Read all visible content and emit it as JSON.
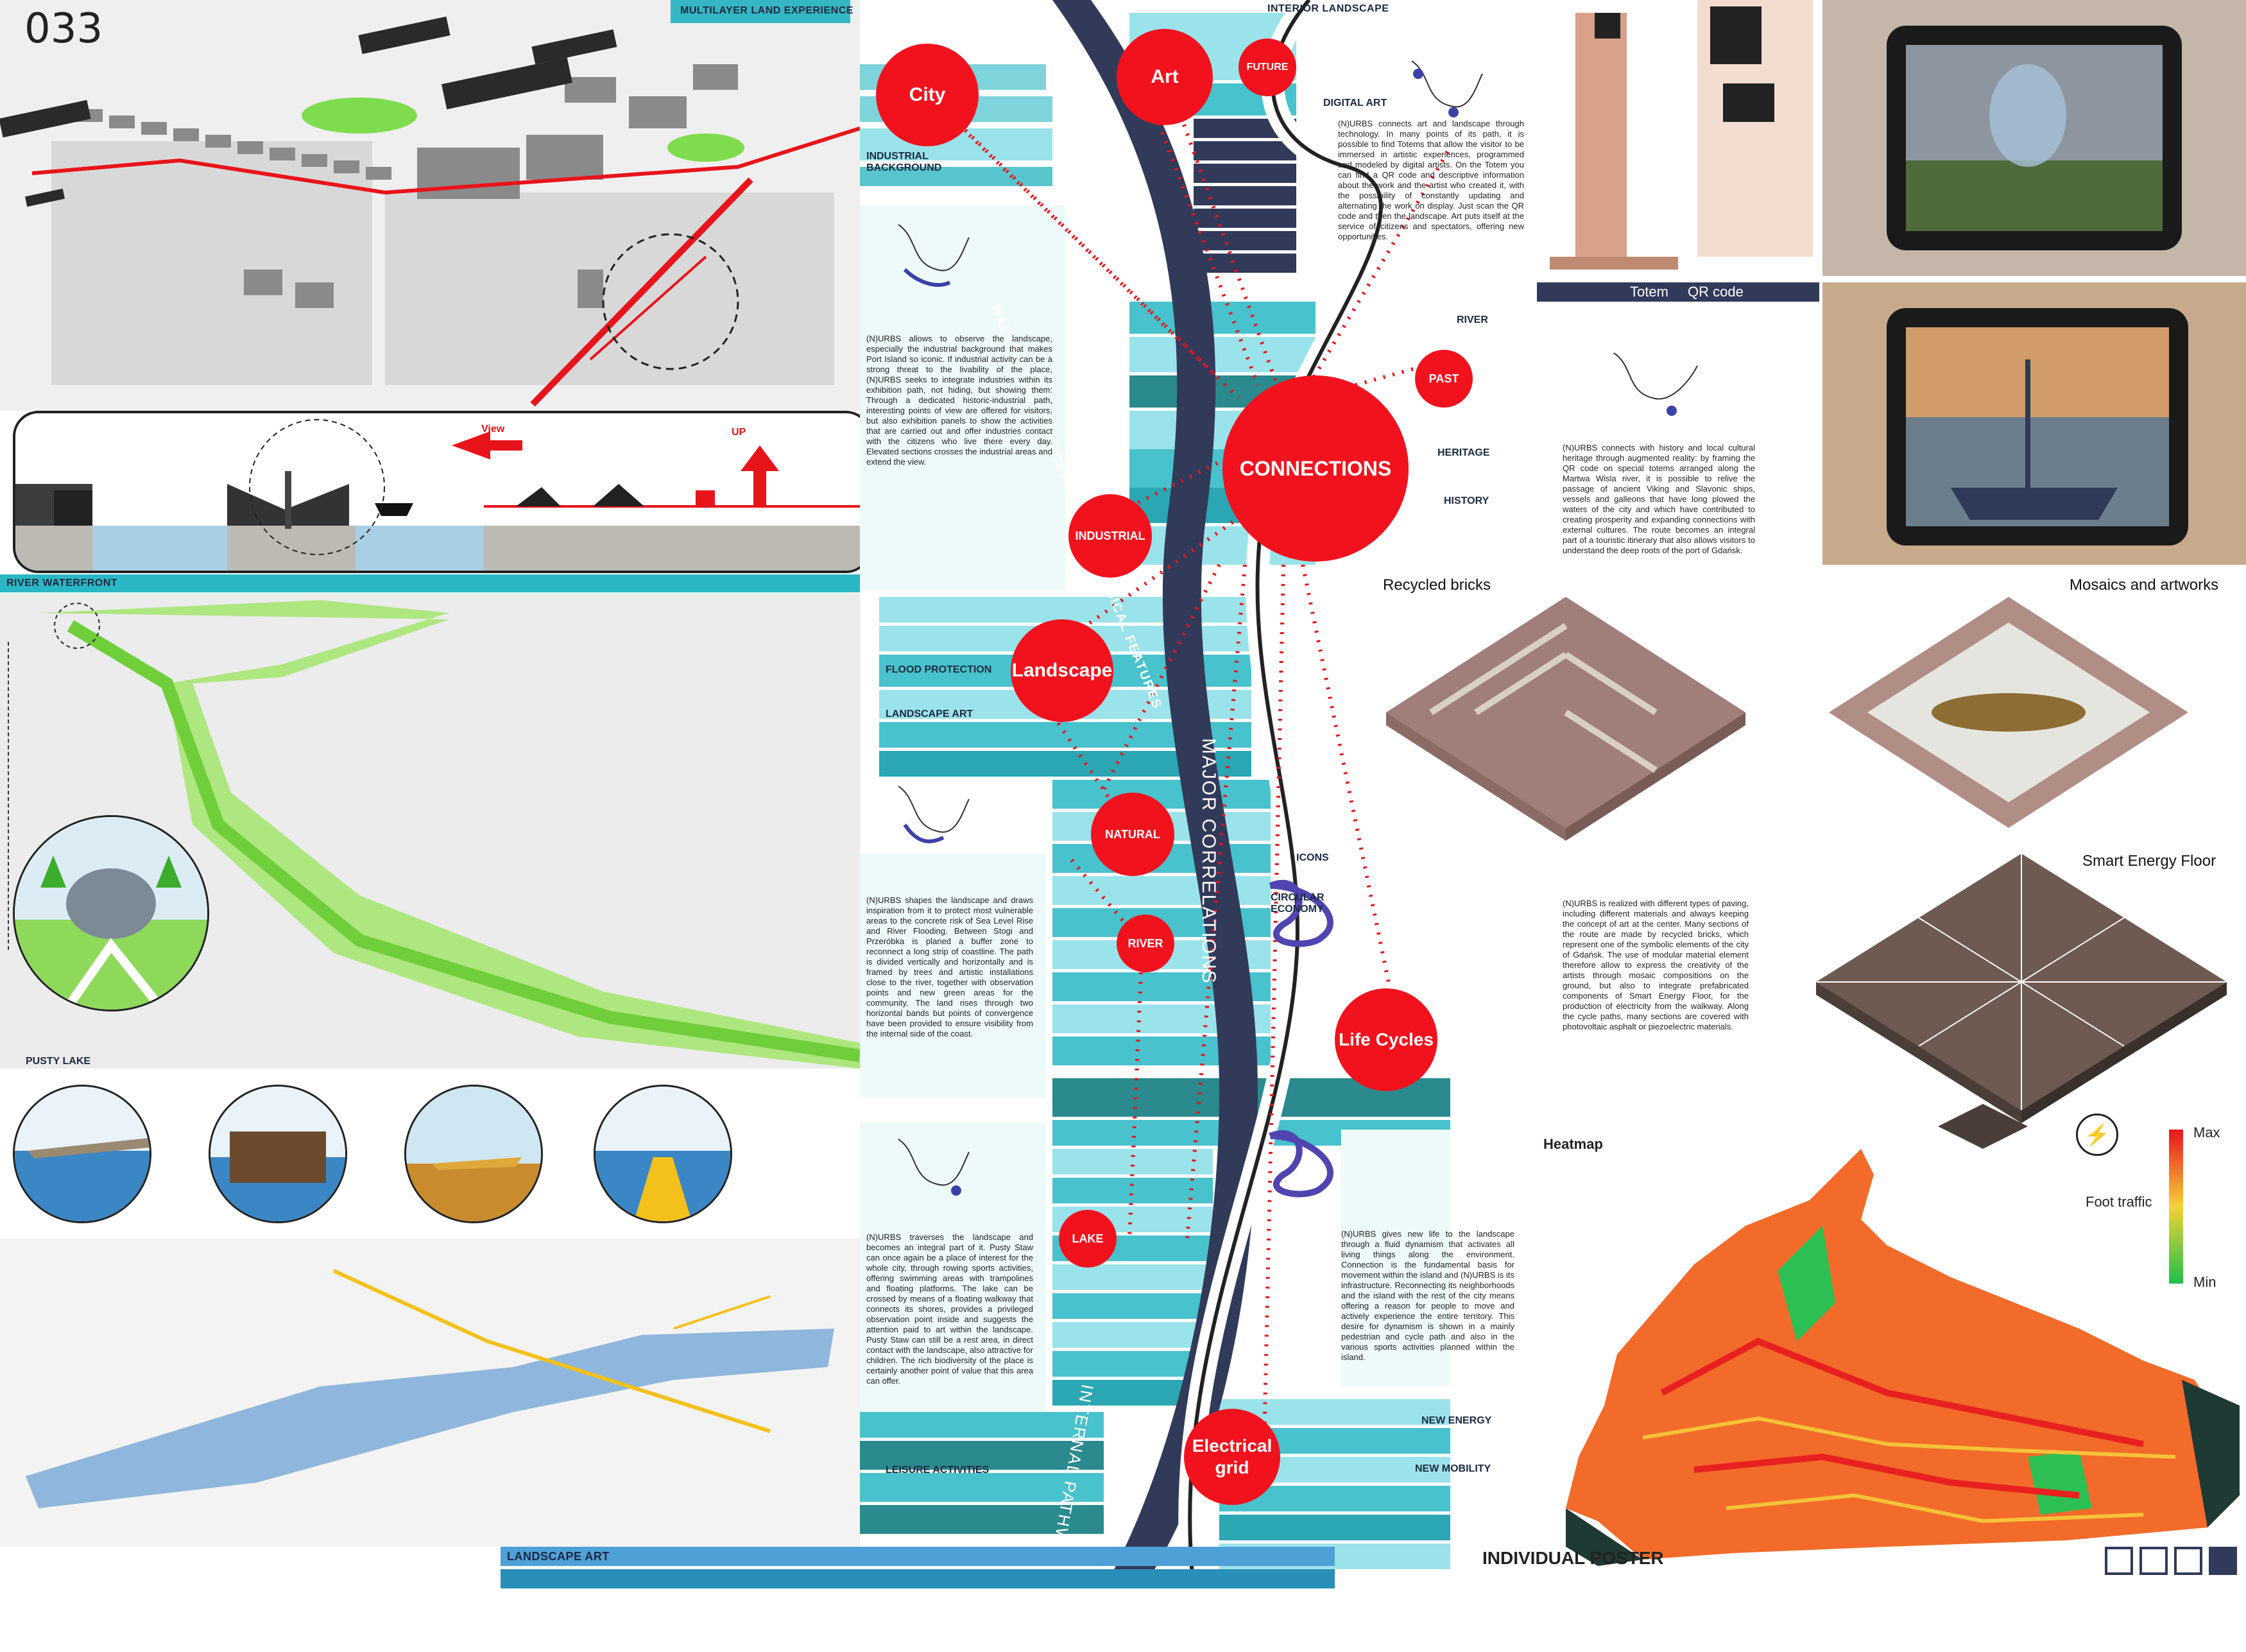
{
  "poster_number": "033",
  "headers": {
    "multilayer": "MULTILAYER LAND EXPERIENCE",
    "interior": "INTERIOR LANDSCAPE",
    "river_waterfront": "RIVER WATERFRONT",
    "landscape_art_footer": "LANDSCAPE ART",
    "individual_poster": "INDIVIDUAL POSTER"
  },
  "section_diagram": {
    "view": "View",
    "up": "UP"
  },
  "pusty_lake": "PUSTY LAKE",
  "nodes": {
    "city": "City",
    "art": "Art",
    "future": "FUTURE",
    "past": "PAST",
    "connections": "CONNECTIONS",
    "industrial": "INDUSTRIAL",
    "landscape": "Landscape",
    "natural": "NATURAL",
    "river": "RIVER",
    "life_cycles": "Life Cycles",
    "lake": "LAKE",
    "electrical_grid": "Electrical grid"
  },
  "band_labels": {
    "digital_art": "DIGITAL ART",
    "industrial_background": "INDUSTRIAL BACKGROUND",
    "river": "RIVER",
    "heritage": "HERITAGE",
    "history": "HISTORY",
    "flood_protection": "FLOOD PROTECTION",
    "landscape_art": "LANDSCAPE ART",
    "icons": "ICONS",
    "circular_economy": "CIRCULAR ECONOMY",
    "new_energy": "NEW ENERGY",
    "new_mobility": "NEW MOBILITY",
    "leisure": "LEISURE ACTIVITIES"
  },
  "path_labels": {
    "walkable": "WALKABLE PATH PERCEPTIONS AND PHYSICAL FEATURES",
    "major": "MAJOR CORRELATIONS",
    "internal": "INTERNAL PATHWAY"
  },
  "paragraphs": {
    "industrial": "(N)URBS allows to observe the landscape, especially the industrial background that makes Port Island so iconic. If industrial activity can be a strong threat to the livability of the place, (N)URBS seeks to integrate industries within its exhibition path, not hiding, but showing them: Through a dedicated historic-industrial path, interesting points of view are offered for visitors, but also exhibition panels to show the activities that are carried out and offer industries contact with the citizens who live there every day. Elevated sections crosses the industrial areas and extend the view.",
    "art": "(N)URBS connects art and landscape through technology. In many points of its path, it is possible to find Totems that allow the visitor to be immersed in artistic experiences, programmed and modeled by digital artists. On the Totem you can find a QR code and descriptive information about the work and the artist who created it, with the possibility of constantly updating and alternating the work on display. Just scan the QR code and then the landscape. Art puts itself at the service of citizens and spectators, offering new opportunities.",
    "history": "(N)URBS connects with history and local cultural heritage through augmented reality: by framing the QR code on special totems arranged along the Martwa Wisla river, it is possible to relive the passage of ancient Viking and Slavonic ships, vessels and galleons that have long plowed the waters of the city and which have contributed to creating prosperity and expanding connections with external cultures. The route becomes an integral part of a touristic itinerary that also allows visitors to understand the deep roots of the port of Gdańsk.",
    "landscape": "(N)URBS shapes the landscape and draws inspiration from it to protect most vulnerable areas to the concrete risk of Sea Level Rise and River Flooding. Between Stogi and Przeróbka is planed a buffer zone to reconnect a long strip of coastline. The path is divided vertically and horizontally and is framed by trees and artistic installations close to the river, together with observation points and new green areas for the community. The land rises through two horizontal bands but points of convergence have been provided to ensure visibility from the internal side of the coast.",
    "materials": "(N)URBS is realized with different types of paving, including different materials and always keeping the concept of art at the center. Many sections of the route are made by recycled bricks, which represent one of the symbolic elements of the city of Gdańsk. The use of modular material element therefore allow to express the creativity of the artists through mosaic compositions on the ground, but also to integrate prefabricated components of Smart Energy Floor, for the production of electricity from the walkway. Along the cycle paths, many sections are covered with photovoltaic asphalt or piezoelectric materials.",
    "lake": "(N)URBS traverses the landscape and becomes an integral part of it. Pusty Staw can once again be a place of interest for the whole city, through rowing sports activities, offering swimming areas with trampolines and floating platforms. The lake can be crossed by means of a floating walkway that connects its shores, provides a privileged observation point inside and suggests the attention paid to art within the landscape. Pusty Staw can still be a rest area, in direct contact with the landscape, also attractive for children. The rich biodiversity of the place is certainly another point of value that this area can offer.",
    "lifecycles": "(N)URBS gives new life to the landscape through a fluid dynamism that activates all living things along the environment. Connection is the fundamental basis for movement within the island and (N)URBS is its infrastructure. Reconnecting its neighborhoods and the island with the rest of the city means offering a reason for people to move and actively experience the entire territory. This desire for dynamism is shown in a mainly pedestrian and cycle path and also in the various sports activities planned within the island."
  },
  "captions": {
    "totem": "Totem",
    "qr_code": "QR code",
    "recycled_bricks": "Recycled bricks",
    "mosaics": "Mosaics and artworks",
    "smart_energy": "Smart Energy Floor",
    "heatmap": "Heatmap",
    "max": "Max",
    "min": "Min",
    "foot_traffic": "Foot traffic"
  },
  "colors": {
    "accent_red": "#f2121e",
    "teal": "#2ab7c4",
    "light_teal": "#9be3ea",
    "navy": "#323a5a"
  }
}
